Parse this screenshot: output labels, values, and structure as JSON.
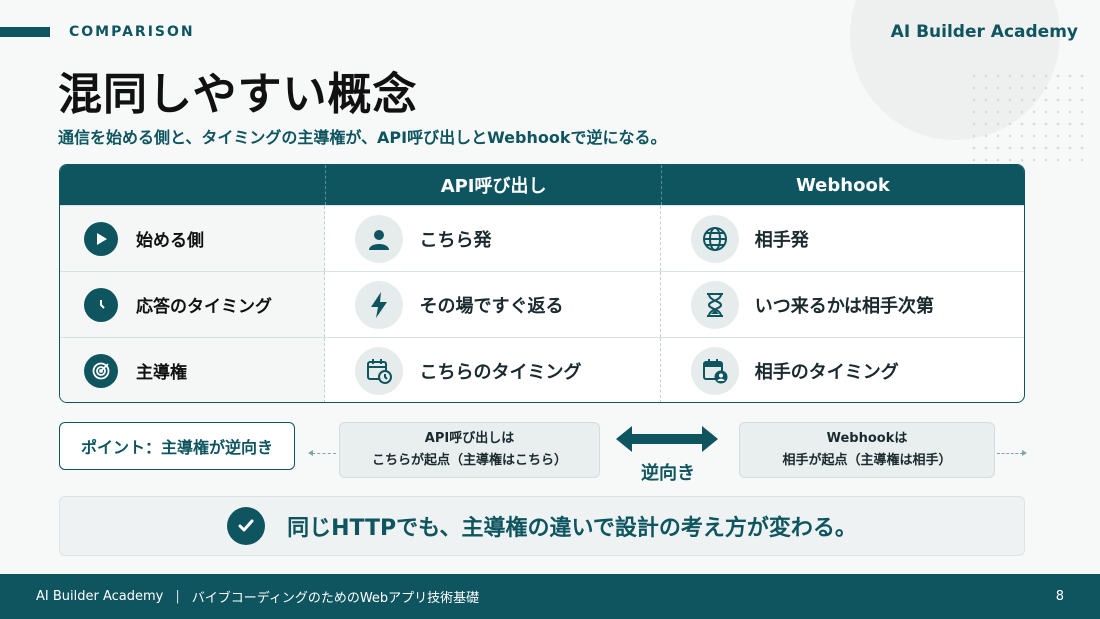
{
  "header": {
    "section_label": "COMPARISON",
    "brand": "AI Builder Academy",
    "title": "混同しやすい概念",
    "subtitle": "通信を始める側と、タイミングの主導権が、API呼び出しとWebhookで逆になる。"
  },
  "table": {
    "columns": [
      "",
      "API呼び出し",
      "Webhook"
    ],
    "rows": [
      {
        "label": "始める側",
        "label_icon": "play-icon",
        "api": "こちら発",
        "api_icon": "person-icon",
        "webhook": "相手発",
        "webhook_icon": "globe-icon"
      },
      {
        "label": "応答のタイミング",
        "label_icon": "clock-icon",
        "api": "その場ですぐ返る",
        "api_icon": "lightning-icon",
        "webhook": "いつ来るかは相手次第",
        "webhook_icon": "hourglass-icon"
      },
      {
        "label": "主導権",
        "label_icon": "target-icon",
        "api": "こちらのタイミング",
        "api_icon": "calendar-clock-icon",
        "webhook": "相手のタイミング",
        "webhook_icon": "calendar-person-icon"
      }
    ]
  },
  "point": {
    "label": "ポイント：主導権が逆向き",
    "api_card": [
      "API呼び出しは",
      "こちらが起点（主導権はこちら）"
    ],
    "webhook_card": [
      "Webhookは",
      "相手が起点（主導権は相手）"
    ],
    "arrow_label": "逆向き"
  },
  "conclusion": {
    "text": "同じHTTPでも、主導権の違いで設計の考え方が変わる。",
    "icon": "check-icon"
  },
  "footer": {
    "brand": "AI Builder Academy",
    "separator": "|",
    "course": "バイブコーディングのためのWebアプリ技術基礎",
    "page_number": "8"
  },
  "colors": {
    "primary": "#0e5560",
    "background": "#f7f8f8",
    "card": "#e9eeee"
  }
}
